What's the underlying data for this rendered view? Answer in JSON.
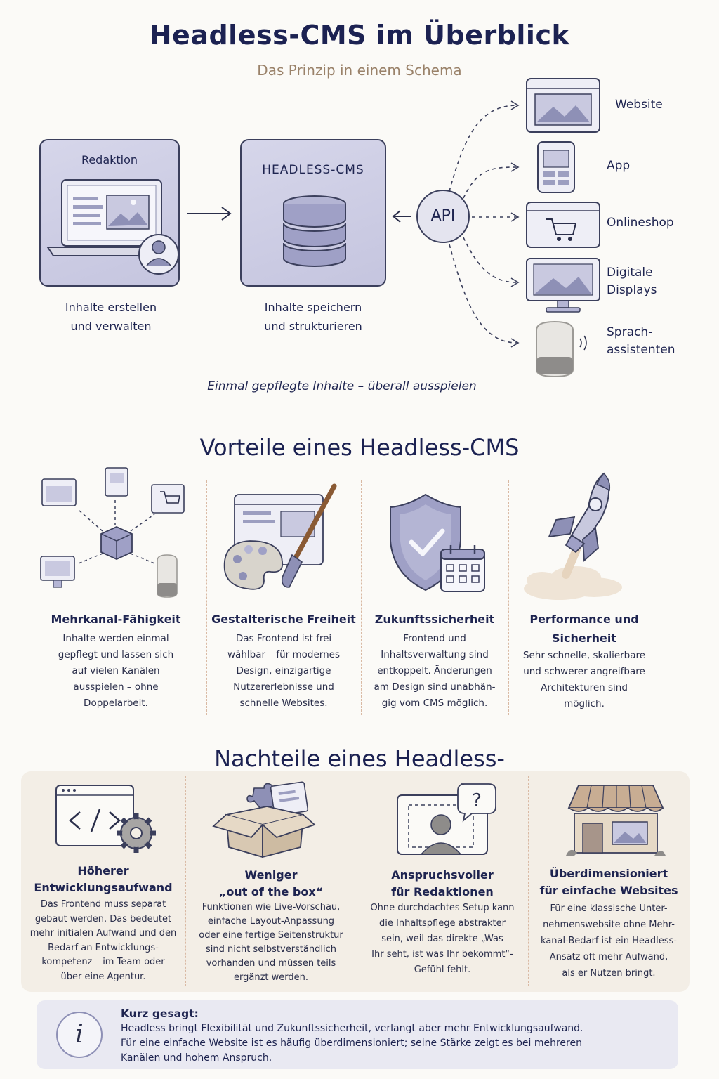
{
  "header": {
    "title": "Headless-CMS im Überblick",
    "subtitle": "Das Prinzip in einem Schema"
  },
  "schema": {
    "redaktion": {
      "label": "Redaktion",
      "caption_line1": "Inhalte erstellen",
      "caption_line2": "und verwalten"
    },
    "cms": {
      "label": "HEADLESS-CMS",
      "caption_line1": "Inhalte speichern",
      "caption_line2": "und strukturieren"
    },
    "api": {
      "label": "API"
    },
    "channels": [
      {
        "label_line1": "Website",
        "label_line2": "",
        "icon": "website-icon"
      },
      {
        "label_line1": "App",
        "label_line2": "",
        "icon": "app-icon"
      },
      {
        "label_line1": "Onlineshop",
        "label_line2": "",
        "icon": "shop-cart-icon"
      },
      {
        "label_line1": "Digitale",
        "label_line2": "Displays",
        "icon": "monitor-icon"
      },
      {
        "label_line1": "Sprach-",
        "label_line2": "assistenten",
        "icon": "smart-speaker-icon"
      }
    ],
    "tagline": "Einmal gepflegte Inhalte – überall ausspielen"
  },
  "pros": {
    "heading": "Vorteile eines Headless-CMS",
    "items": [
      {
        "title_line1": "Mehrkanal-Fähigkeit",
        "title_line2": "",
        "text": [
          "Inhalte werden einmal",
          "gepflegt und lassen sich",
          "auf vielen Kanälen",
          "ausspielen – ohne",
          "Doppelarbeit."
        ]
      },
      {
        "title_line1": "Gestalterische Freiheit",
        "title_line2": "",
        "text": [
          "Das Frontend ist frei",
          "wählbar – für modernes",
          "Design, einzigartige",
          "Nutzererlebnisse und",
          "schnelle Websites."
        ]
      },
      {
        "title_line1": "Zukunftssicherheit",
        "title_line2": "",
        "text": [
          "Frontend und",
          "Inhaltsverwaltung sind",
          "entkoppelt. Änderungen",
          "am Design sind unabhän-",
          "gig vom CMS möglich."
        ]
      },
      {
        "title_line1": "Performance und",
        "title_line2": "Sicherheit",
        "text": [
          "Sehr schnelle, skalierbare",
          "und schwerer angreifbare",
          "Architekturen sind",
          "möglich."
        ]
      }
    ]
  },
  "cons": {
    "heading": "Nachteile eines Headless-CMS",
    "items": [
      {
        "title_line1": "Höherer",
        "title_line2": "Entwicklungsaufwand",
        "text": [
          "Das Frontend muss separat",
          "gebaut werden. Das bedeutet",
          "mehr initialen Aufwand und den",
          "Bedarf an Entwicklungs-",
          "kompetenz – im Team oder",
          "über eine Agentur."
        ]
      },
      {
        "title_line1": "Weniger",
        "title_line2": "„out of the box“",
        "text": [
          "Funktionen wie Live-Vorschau,",
          "einfache Layout-Anpassung",
          "oder eine fertige Seitenstruktur",
          "sind nicht selbstverständlich",
          "vorhanden und müssen teils",
          "ergänzt werden."
        ]
      },
      {
        "title_line1": "Anspruchsvoller",
        "title_line2": "für Redaktionen",
        "text": [
          "Ohne durchdachtes Setup kann",
          "die Inhaltspflege abstrakter",
          "sein, weil das direkte „Was",
          "Ihr seht, ist was Ihr bekommt“-",
          "Gefühl fehlt."
        ]
      },
      {
        "title_line1": "Überdimensioniert",
        "title_line2": "für einfache Websites",
        "text": [
          "Für eine klassische Unter-",
          "nehmenswebsite ohne Mehr-",
          "kanal-Bedarf ist ein Headless-",
          "Ansatz oft mehr Aufwand,",
          "als er Nutzen bringt."
        ]
      }
    ]
  },
  "summary": {
    "title": "Kurz gesagt:",
    "lines": [
      "Headless bringt Flexibilität und Zukunftssicherheit, verlangt aber mehr Entwicklungsaufwand.",
      "Für eine einfache Website ist es häufig überdimensioniert; seine Stärke zeigt es bei mehreren",
      "Kanälen und hohem Anspruch."
    ]
  }
}
